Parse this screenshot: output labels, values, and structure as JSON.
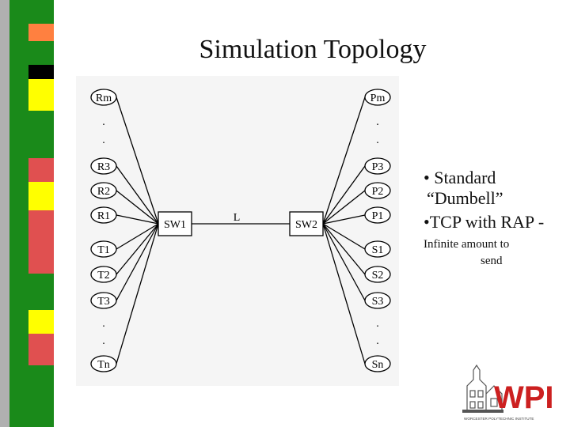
{
  "slide": {
    "title": "Simulation Topology"
  },
  "diagram": {
    "left_nodes": [
      "Rm",
      ".",
      ".",
      "R3",
      "R2",
      "R1",
      "T1",
      "T2",
      "T3",
      ".",
      ".",
      "Tn"
    ],
    "right_nodes": [
      "Pm",
      ".",
      ".",
      "P3",
      "P2",
      "P1",
      "S1",
      "S2",
      "S3",
      ".",
      ".",
      "Sn"
    ],
    "switch_left": "SW1",
    "switch_right": "SW2",
    "link_label": "L"
  },
  "bullets": {
    "b1_line1": "• Standard",
    "b1_line2": "“Dumbell”",
    "b2": "•TCP with RAP -",
    "b2_sub1": "Infinite amount to",
    "b2_sub2": "send"
  },
  "logo": {
    "text": "WPI",
    "subtext": "WORCESTER POLYTECHNIC INSTITUTE"
  },
  "colors": {
    "stripe_green": "#1a8a1a",
    "stripe_red": "#e05050",
    "stripe_yellow": "#ffff00",
    "stripe_orange": "#ff8040",
    "stripe_black": "#000000",
    "stripe_gray": "#b0b0b0",
    "logo_red": "#cc2020"
  }
}
